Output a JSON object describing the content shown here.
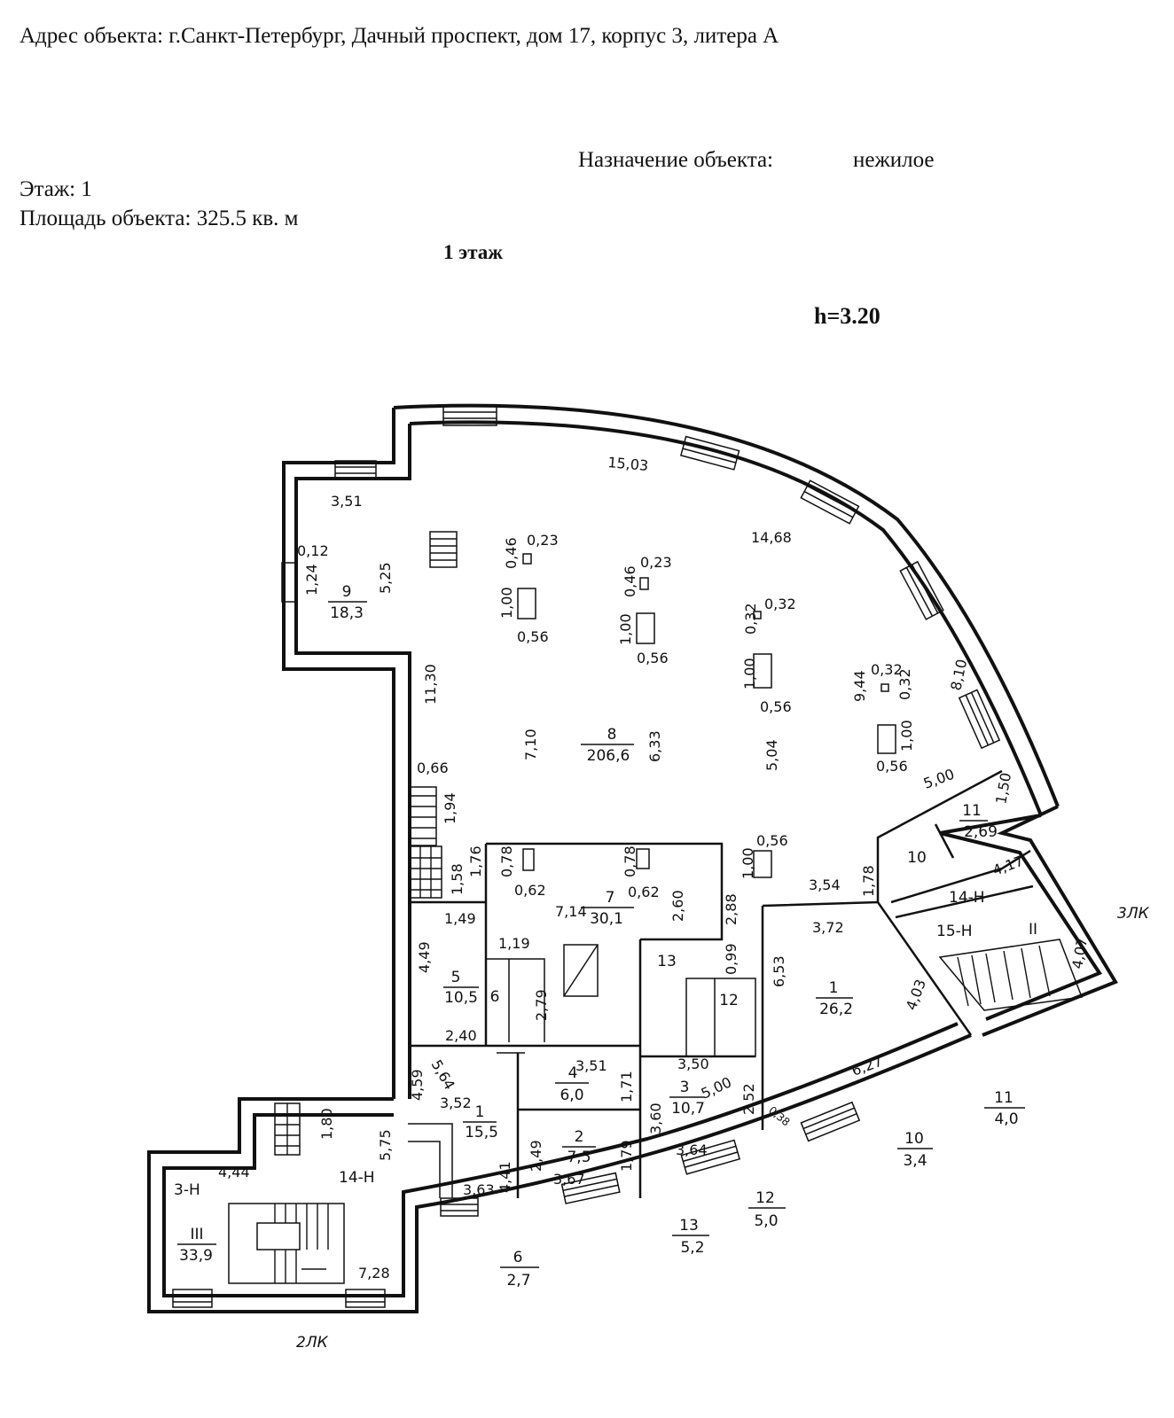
{
  "header": {
    "address": "Адрес объекта: г.Санкт-Петербург, Дачный проспект, дом 17, корпус 3, литера А",
    "purpose_label": "Назначение объекта:",
    "purpose_value": "нежилое",
    "floor": "Этаж: 1",
    "area": "Площадь объекта: 325.5 кв. м",
    "plan_title": "1 этаж",
    "height": "h=3.20"
  },
  "rooms": [
    {
      "num": "8",
      "area": "206,6"
    },
    {
      "num": "9",
      "area": "18,3"
    },
    {
      "num": "7",
      "area": "30,1"
    },
    {
      "num": "5",
      "area": "10,5"
    },
    {
      "num": "6",
      "area": ""
    },
    {
      "num": "1",
      "area": "15,5"
    },
    {
      "num": "4",
      "area": "6,0"
    },
    {
      "num": "2",
      "area": "7,5"
    },
    {
      "num": "3",
      "area": "10,7"
    },
    {
      "num": "13",
      "area": ""
    },
    {
      "num": "12",
      "area": ""
    },
    {
      "num": "1",
      "area": "26,2"
    },
    {
      "num": "10",
      "area": ""
    },
    {
      "num": "11",
      "area": "2,69"
    },
    {
      "num": "II",
      "area": ""
    },
    {
      "num": "III",
      "area": "33,9"
    }
  ],
  "outside": [
    {
      "num": "11",
      "area": "4,0"
    },
    {
      "num": "10",
      "area": "3,4"
    },
    {
      "num": "12",
      "area": "5,0"
    },
    {
      "num": "13",
      "area": "5,2"
    },
    {
      "num": "6",
      "area": "2,7"
    }
  ],
  "labels": {
    "door_14n_left": "14-Н",
    "door_3n": "3-Н",
    "door_14n_right": "14-Н",
    "door_15n": "15-Н",
    "stair_2lk": "2ЛК",
    "stair_3lk": "3ЛК"
  },
  "dimensions": [
    "15,03",
    "14,68",
    "3,51",
    "0,12",
    "1,24",
    "5,25",
    "11,30",
    "0,46",
    "0,23",
    "1,00",
    "0,56",
    "0,46",
    "0,23",
    "1,00",
    "0,56",
    "0,32",
    "0,32",
    "1,00",
    "0,56",
    "0,32",
    "0,32",
    "9,44",
    "1,00",
    "0,56",
    "8,10",
    "7,10",
    "6,33",
    "5,04",
    "0,66",
    "1,94",
    "1,58",
    "1,76",
    "0,78",
    "0,62",
    "7,14",
    "0,78",
    "0,62",
    "2,60",
    "2,88",
    "1,00",
    "0,56",
    "3,54",
    "1,78",
    "5,00",
    "1,50",
    "4,17",
    "4,07",
    "1,49",
    "1,19",
    "4,49",
    "2,79",
    "0,99",
    "3,72",
    "6,53",
    "4,03",
    "2,40",
    "3,50",
    "4,59",
    "5,64",
    "3,52",
    "3,51",
    "1,71",
    "5,00",
    "3,60",
    "2,52",
    "6,27",
    "0,38",
    "2,49",
    "1,79",
    "3,64",
    "4,41",
    "3,67",
    "3,63",
    "5,75",
    "1,80",
    "4,44",
    "7,28"
  ]
}
